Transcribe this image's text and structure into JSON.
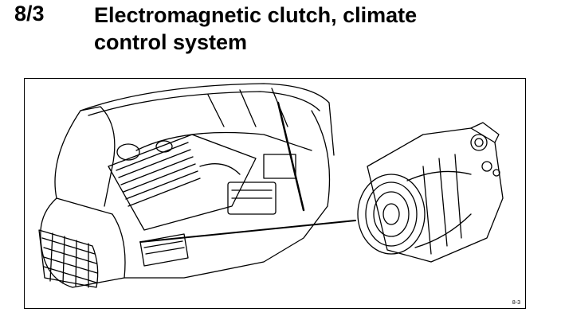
{
  "header": {
    "section_number": "8/3",
    "title_line1": "Electromagnetic clutch, climate",
    "title_line2": "control system"
  },
  "figure": {
    "code": "8-3"
  }
}
